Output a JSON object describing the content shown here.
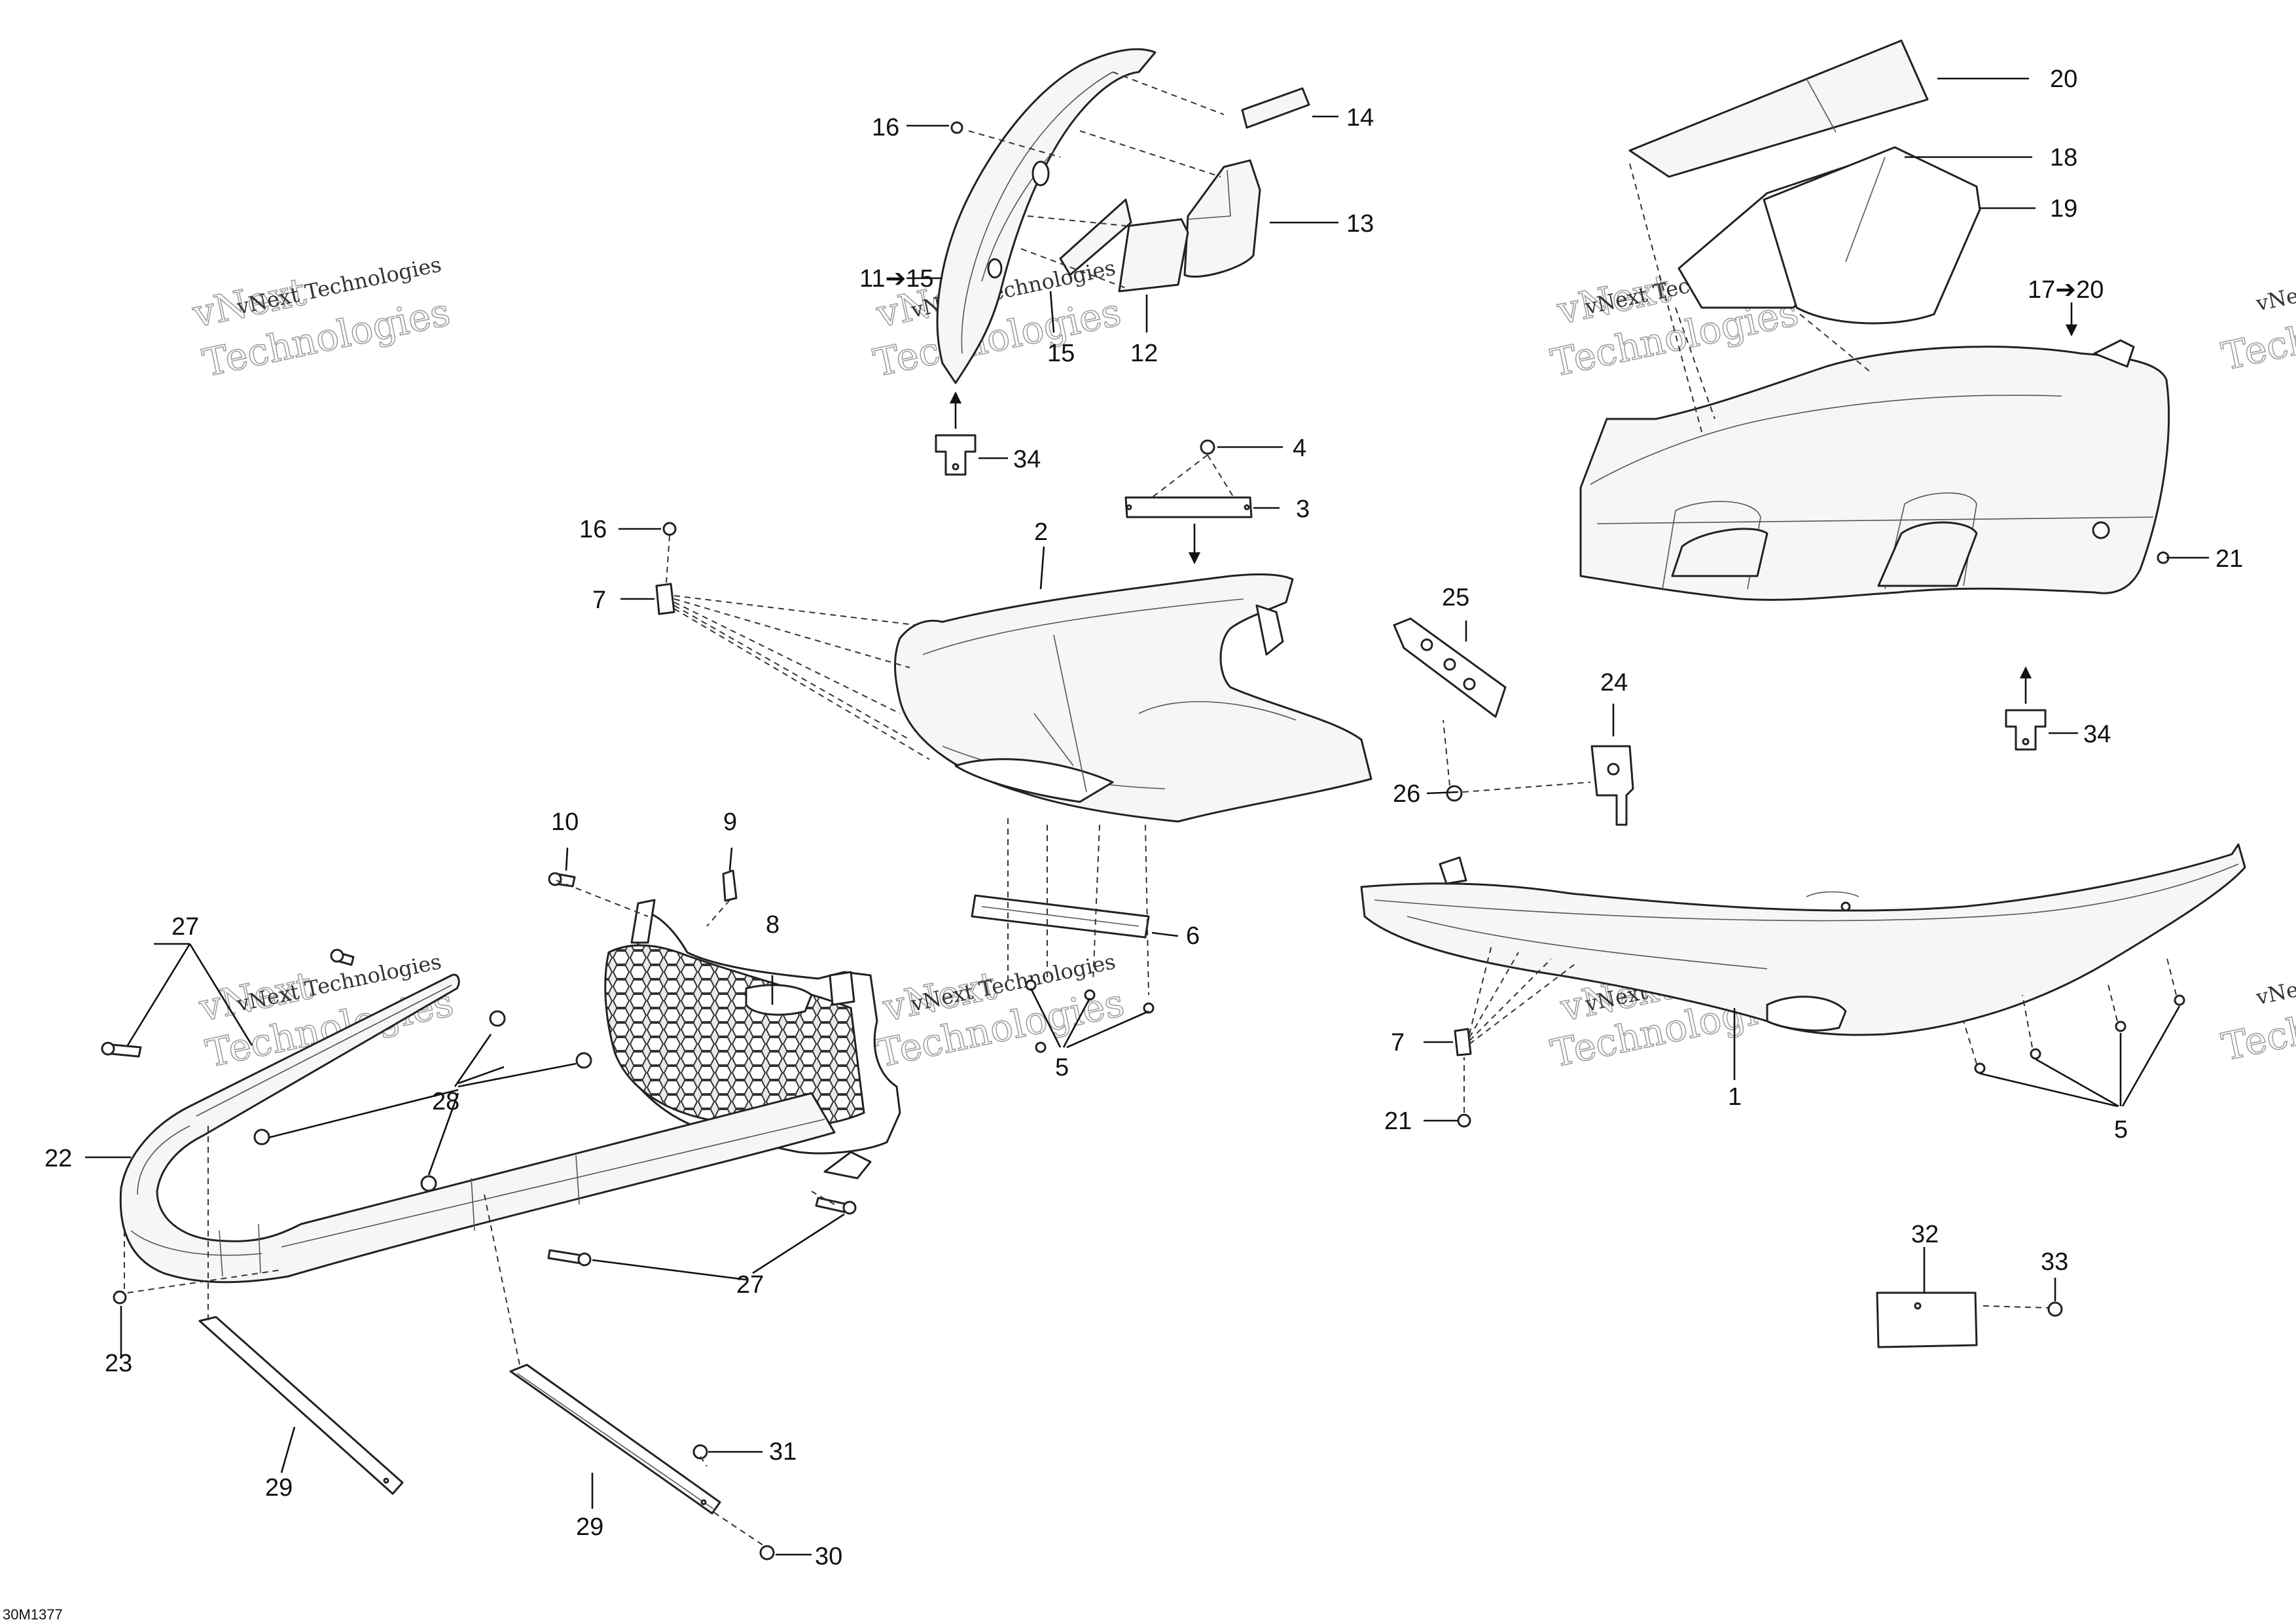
{
  "drawing_code": "30M1377",
  "watermark": {
    "line_small": "vNext Technologies",
    "line_big_1": "vNext",
    "line_big_2": "Technologies"
  },
  "callouts": {
    "c1": "1",
    "c2": "2",
    "c3": "3",
    "c4": "4",
    "c5_center": "5",
    "c5_right": "5",
    "c6": "6",
    "c7_left": "7",
    "c7_right": "7",
    "c8": "8",
    "c9": "9",
    "c10": "10",
    "c11_15": "11➔15",
    "c12": "12",
    "c13": "13",
    "c14": "14",
    "c15": "15",
    "c16_top": "16",
    "c16_mid": "16",
    "c17_20": "17➔20",
    "c18": "18",
    "c19": "19",
    "c20": "20",
    "c21_top": "21",
    "c21_bottom": "21",
    "c22": "22",
    "c23": "23",
    "c24": "24",
    "c25": "25",
    "c26": "26",
    "c27_top": "27",
    "c27_bottom": "27",
    "c28": "28",
    "c29_left": "29",
    "c29_right": "29",
    "c30": "30",
    "c31": "31",
    "c32": "32",
    "c33": "33",
    "c34_top": "34",
    "c34_right": "34"
  }
}
